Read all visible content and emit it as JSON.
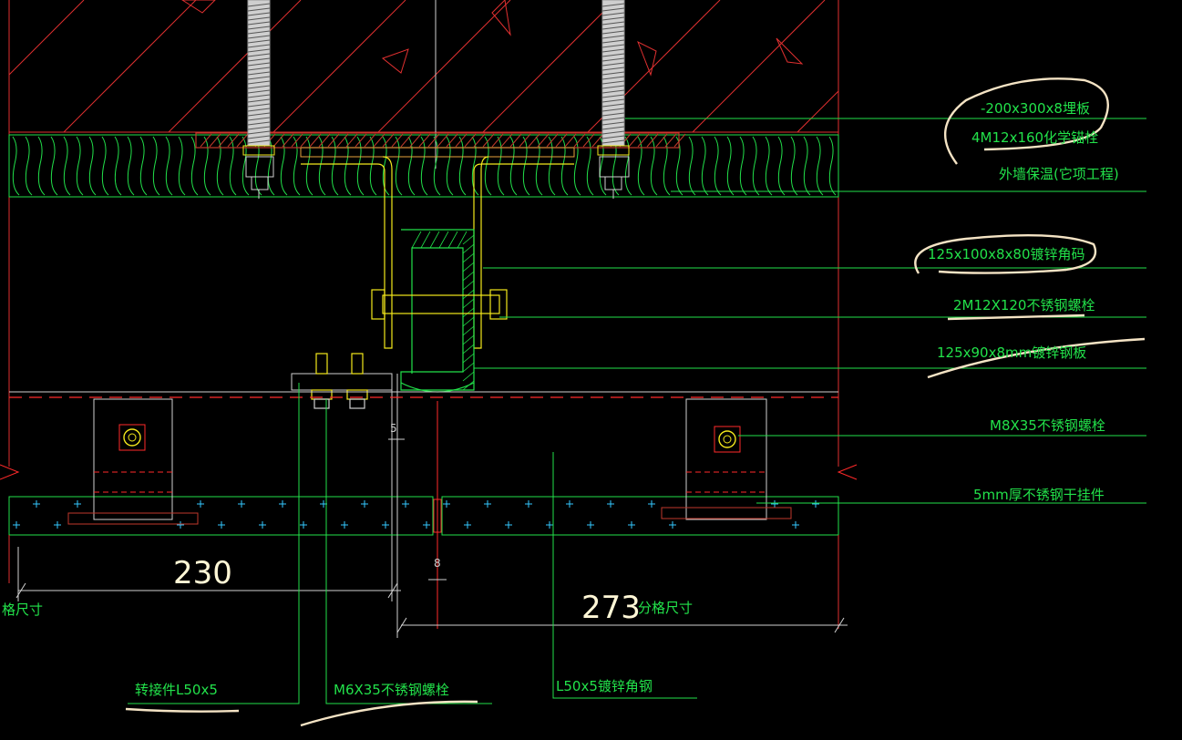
{
  "colors": {
    "background": "#000000",
    "wall_hatch": "#e03030",
    "insulation": "#22e14a",
    "steel_section": "#22e14a",
    "plate_hatch": "#c0392b",
    "bolt": "#f4e81c",
    "leader_line": "#22e14a",
    "dimension": "#fff7d6",
    "highlight_marker": "#f4e3c4",
    "panel_cross": "#34c9ff",
    "red_marker": "#ff2a2a"
  },
  "labels": {
    "embed_plate": "-200x300x8埋板",
    "chem_anchor": "4M12x160化学锚栓",
    "insulation": "外墙保温(它项工程)",
    "angle_bracket": "125x100x8x80镀锌角码",
    "ss_bolt_m12": "2M12X120不锈钢螺栓",
    "galv_plate": "125x90x8mm镀锌钢板",
    "ss_bolt_m8": "M8X35不锈钢螺栓",
    "hanger": "5mm厚不锈钢干挂件",
    "transfer_angle": "转接件L50x5",
    "ss_bolt_m6": "M6X35不锈钢螺栓",
    "galv_angle": "L50x5镀锌角钢"
  },
  "dimensions": {
    "left_width": "230",
    "right_width": "273",
    "left_caption": "格尺寸",
    "right_caption": "分格尺寸",
    "gap_top": "5",
    "gap_bottom": "8"
  }
}
